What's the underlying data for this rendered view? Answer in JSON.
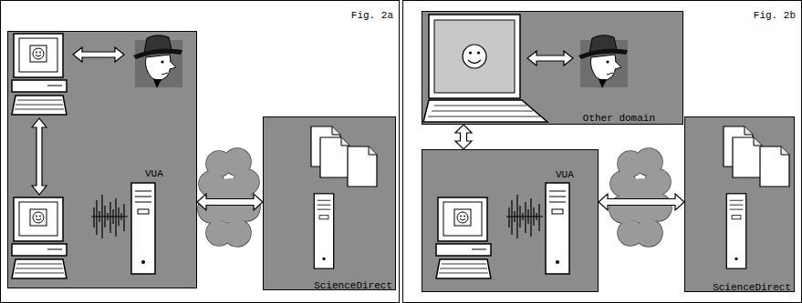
{
  "diagram": {
    "nodes": [
      {
        "text": [
          "Fig. 2a"
        ]
      },
      {
        "text": [
          "VUA"
        ],
        "in": 0
      },
      {
        "text": [
          "ScienceDirect"
        ],
        "in": 0
      },
      {
        "text": [
          "Fig. 2b"
        ]
      },
      {
        "text": [
          "Other domain"
        ],
        "in": 3
      },
      {
        "text": [
          "VUA"
        ],
        "in": 3
      },
      {
        "text": [
          "ScienceDirect"
        ],
        "in": 3
      }
    ],
    "edges": [
      {
        "from": 1,
        "to": 2,
        "arrow": "both"
      },
      {
        "from": 4,
        "to": 5,
        "arrow": "both"
      },
      {
        "from": 5,
        "to": 6,
        "arrow": "both"
      }
    ]
  }
}
